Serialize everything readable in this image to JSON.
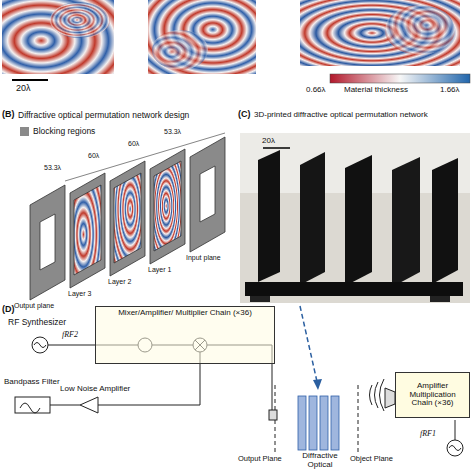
{
  "diagram": {
    "nodes": [
      {
        "text": [
          "Mixer/Amplifier/ Multiplier Chain (×36)"
        ]
      },
      {
        "text": [
          "Diffractive Optical"
        ]
      },
      {
        "text": [
          "Amplifier Multiplication Chain (×36)"
        ]
      }
    ],
    "labels": [
      "20λ",
      "0.66λ",
      "Material thickness",
      "1.66λ",
      "(B)",
      "Diffractive optical permutation network design",
      "(C)",
      "3D-printed diffractive optical permutation network",
      "53.3λ",
      "60λ",
      "60λ",
      "53.3λ",
      "Output plane",
      "Layer 3",
      "Layer 2",
      "Layer 1",
      "Input plane",
      "20λ",
      "(D)",
      "RF Synthesizer",
      "fRF2",
      "Bandpass Filter",
      "Low Noise Amplifier",
      "Output Plane",
      "Object Plane",
      "fRF1"
    ],
    "legend": [
      {
        "text": "Blocking regions",
        "color": "#8a8a8a"
      }
    ]
  }
}
